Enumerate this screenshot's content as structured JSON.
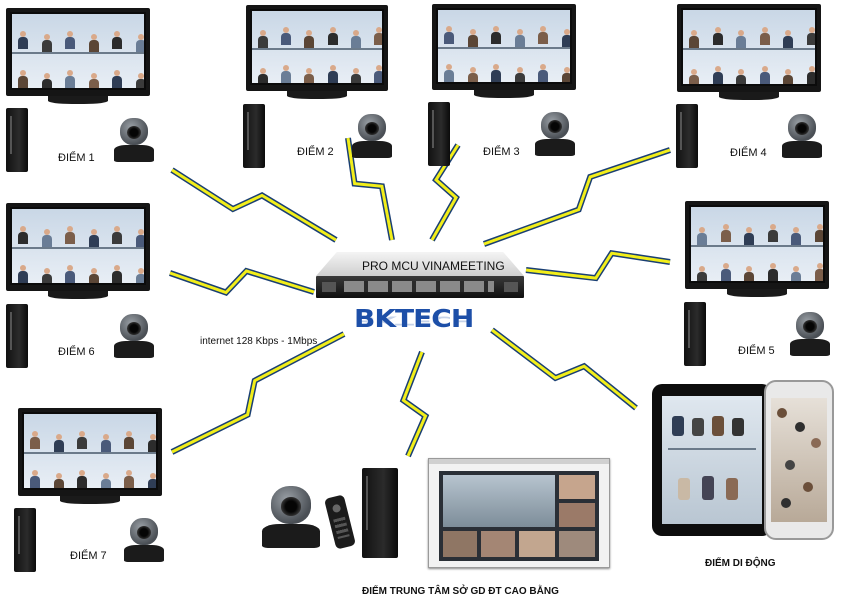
{
  "sites": [
    {
      "id": "diem-1",
      "label": "ĐIỂM 1"
    },
    {
      "id": "diem-2",
      "label": "ĐIỂM 2"
    },
    {
      "id": "diem-3",
      "label": "ĐIỂM 3"
    },
    {
      "id": "diem-4",
      "label": "ĐIỂM 4"
    },
    {
      "id": "diem-5",
      "label": "ĐIỂM 5"
    },
    {
      "id": "diem-6",
      "label": "ĐIỂM 6"
    },
    {
      "id": "diem-7",
      "label": "ĐIỂM 7"
    }
  ],
  "mcu": {
    "label": "PRO MCU  VINAMEETING",
    "brand": "BKTECH"
  },
  "bandwidth": "internet 128 Kbps - 1Mbps",
  "mobile_label": "ĐIỂM DI ĐỘNG",
  "center_label": "ĐIỂM TRUNG TÂM  SỞ GD ĐT CAO BẰNG",
  "colors": {
    "link_outline": "#1a3f73",
    "link_fill": "#f2ee1a",
    "brand_blue": "#1d4fa8"
  }
}
